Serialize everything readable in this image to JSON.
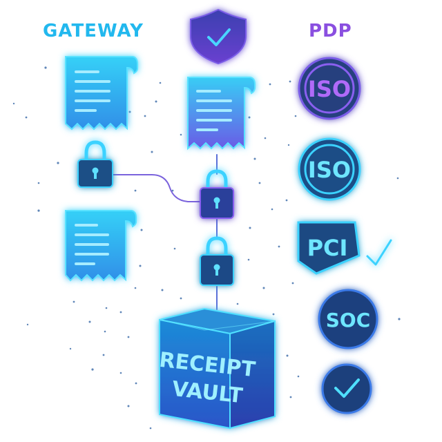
{
  "titles": {
    "gateway": "GATEWAY",
    "pdp": "PDP"
  },
  "vault": {
    "line1": "RECEIPT",
    "line2": "VAULT"
  },
  "badges": [
    "ISO",
    "ISO",
    "PCI",
    "SOC"
  ],
  "icons": [
    "shield-check-icon",
    "receipt-icon",
    "lock-icon",
    "check-badge-icon",
    "check-mark-icon"
  ],
  "colors": {
    "cyan": "#22c8f5",
    "purple": "#7b4fe0",
    "navy": "#1f4a7a",
    "vault": "#1a7fcf"
  }
}
